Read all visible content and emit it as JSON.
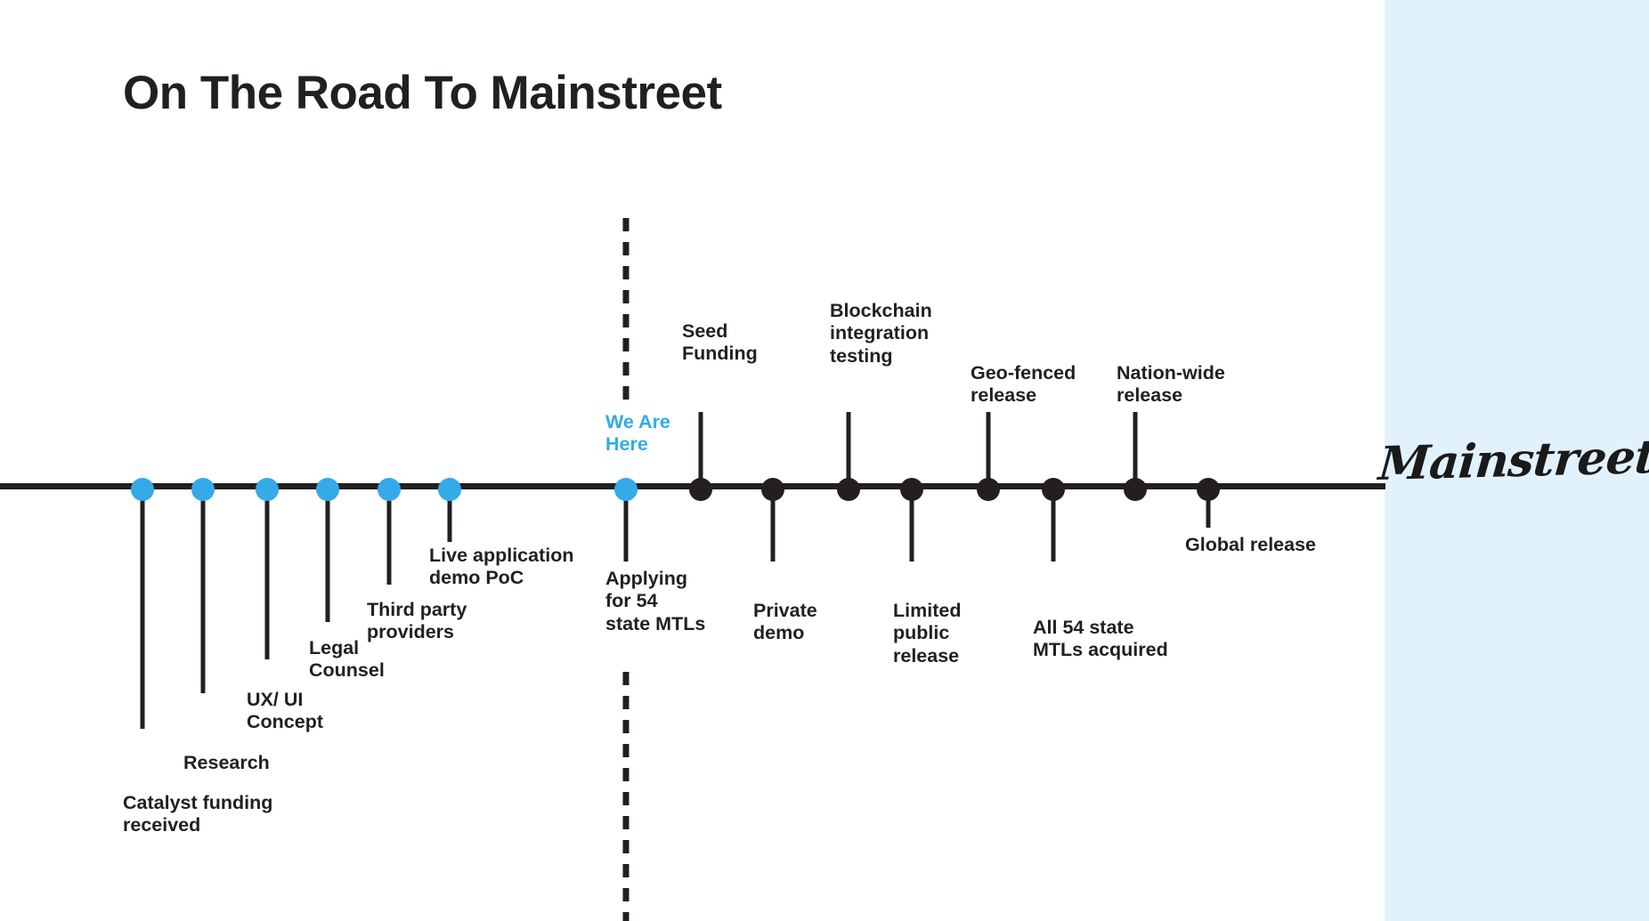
{
  "title": "On The Road To Mainstreet",
  "brand": {
    "logo_text": "Mainstreet"
  },
  "colors": {
    "completed": "#34aae8",
    "upcoming": "#231f20",
    "panel": "#e1f2fc",
    "text": "#231f20",
    "background": "#ffffff"
  },
  "current_marker": {
    "label": "We Are\nHere",
    "at_milestone": "Applying for 54 state MTLs"
  },
  "chart_data": {
    "type": "timeline",
    "title": "On The Road To Mainstreet",
    "axis_orientation": "horizontal",
    "legend": {
      "completed": "blue dot",
      "upcoming": "black dot"
    },
    "milestones": [
      {
        "index": 1,
        "label": "Catalyst funding\nreceived",
        "status": "completed",
        "side": "below"
      },
      {
        "index": 2,
        "label": "Research",
        "status": "completed",
        "side": "below"
      },
      {
        "index": 3,
        "label": "UX/ UI\nConcept",
        "status": "completed",
        "side": "below"
      },
      {
        "index": 4,
        "label": "Legal\nCounsel",
        "status": "completed",
        "side": "below"
      },
      {
        "index": 5,
        "label": "Third party\nproviders",
        "status": "completed",
        "side": "below"
      },
      {
        "index": 6,
        "label": "Live application\ndemo PoC",
        "status": "completed",
        "side": "below"
      },
      {
        "index": 7,
        "label": "Applying\nfor 54\nstate MTLs",
        "status": "current",
        "side": "below"
      },
      {
        "index": 8,
        "label": "Seed\nFunding",
        "status": "upcoming",
        "side": "above"
      },
      {
        "index": 9,
        "label": "Private\ndemo",
        "status": "upcoming",
        "side": "below"
      },
      {
        "index": 10,
        "label": "Blockchain\nintegration\ntesting",
        "status": "upcoming",
        "side": "above"
      },
      {
        "index": 11,
        "label": "Limited\npublic\nrelease",
        "status": "upcoming",
        "side": "below"
      },
      {
        "index": 12,
        "label": "Geo-fenced\nrelease",
        "status": "upcoming",
        "side": "above"
      },
      {
        "index": 13,
        "label": "All 54 state\nMTLs acquired",
        "status": "upcoming",
        "side": "below"
      },
      {
        "index": 14,
        "label": "Nation-wide\nrelease",
        "status": "upcoming",
        "side": "above"
      },
      {
        "index": 15,
        "label": "Global release",
        "status": "upcoming",
        "side": "below"
      }
    ]
  }
}
